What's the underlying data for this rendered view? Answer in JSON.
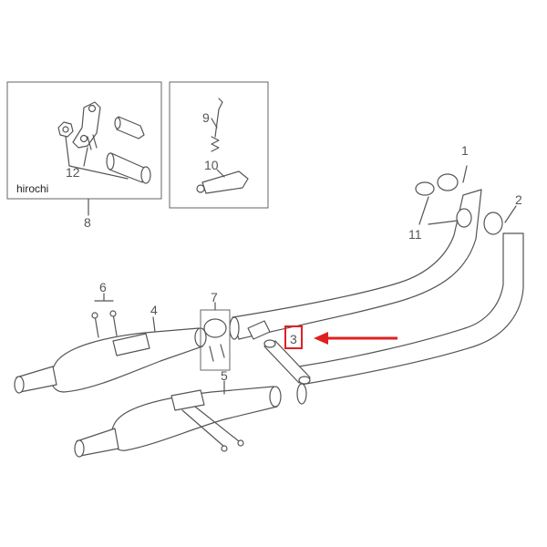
{
  "watermark": "hirochi",
  "accent_color": "#e02020",
  "callouts": {
    "p1": "1",
    "p2": "2",
    "p3": "3",
    "p4": "4",
    "p5": "5",
    "p6": "6",
    "p7": "7",
    "p8": "8",
    "p9": "9",
    "p10": "10",
    "p11": "11",
    "p12": "12"
  },
  "highlighted_part": "3",
  "icons": {
    "arrow": "left-arrow-icon",
    "highlight": "highlight-box"
  }
}
